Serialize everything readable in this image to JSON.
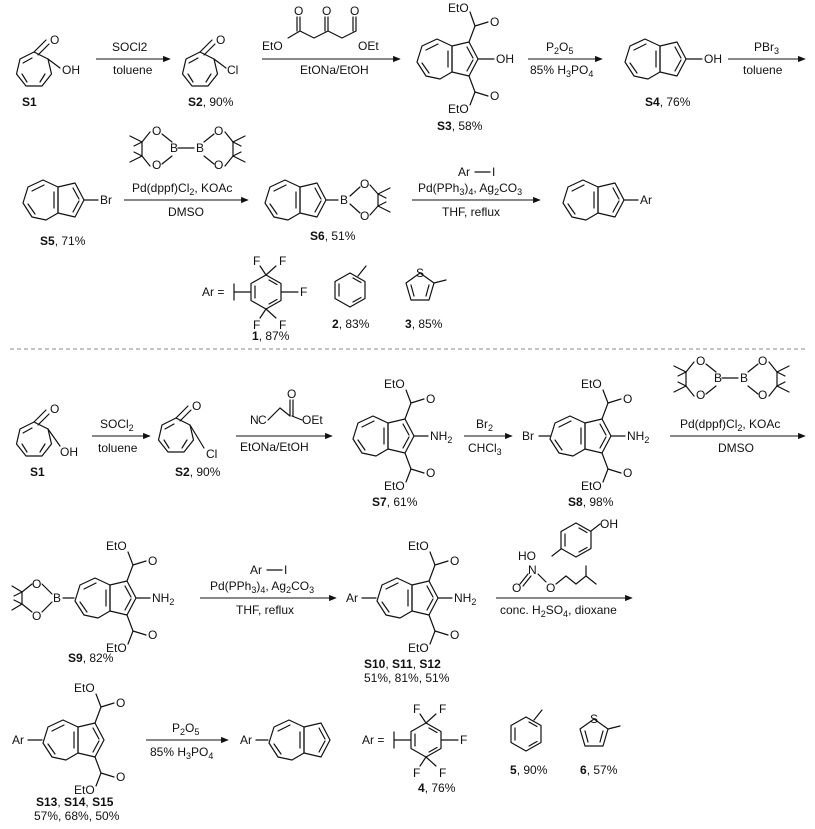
{
  "top": {
    "r1": {
      "s1": {
        "label": "S1",
        "oh": "OH",
        "o": "O"
      },
      "step1": {
        "reagent": "SOCl2",
        "solvent": "toluene"
      },
      "s2": {
        "label": "S2",
        "yield": ", 90%",
        "cl": "Cl",
        "o": "O"
      },
      "step2": {
        "top_left": "EtO",
        "top_right": "OEt",
        "o": "O",
        "bottom": "EtONa/EtOH"
      },
      "s3": {
        "label": "S3",
        "yield": ", 58%",
        "eto_top": "EtO",
        "eto_bottom": "EtO",
        "oh": "OH",
        "o": "O"
      },
      "step3": {
        "reagent": "P2O5",
        "solvent": "85% H3PO4"
      },
      "s4": {
        "label": "S4",
        "yield": ", 76%",
        "oh": "OH"
      },
      "step4": {
        "reagent": "PBr3",
        "solvent": "toluene"
      }
    },
    "r2": {
      "s5": {
        "label": "S5",
        "yield": ", 71%",
        "br": "Br"
      },
      "step5": {
        "reagents": "Pd(dppf)Cl2, KOAc",
        "solvent": "DMSO",
        "o": "O",
        "b": "B"
      },
      "s6": {
        "label": "S6",
        "yield": ", 51%",
        "o": "O",
        "b": "B"
      },
      "step6": {
        "aryl": "Ar",
        "i": "I",
        "reagents": "Pd(PPh3)4, Ag2CO3",
        "solvent": "THF, reflux"
      },
      "product": {
        "ar": "Ar"
      }
    },
    "r3": {
      "ar_eq": "Ar =",
      "f": "F",
      "p1": {
        "num": "1",
        "yield": ", 87%"
      },
      "p2": {
        "num": "2",
        "yield": ", 83%"
      },
      "p3": {
        "num": "3",
        "yield": ", 85%",
        "s": "S"
      }
    }
  },
  "bottom": {
    "r4": {
      "s1": {
        "label": "S1",
        "oh": "OH",
        "o": "O"
      },
      "step1": {
        "reagent": "SOCl2",
        "solvent": "toluene"
      },
      "s2": {
        "label": "S2",
        "yield": ", 90%",
        "cl": "Cl",
        "o": "O"
      },
      "step2": {
        "nc": "N",
        "oet": "OEt",
        "o": "O",
        "bottom": "EtONa/EtOH"
      },
      "s7": {
        "label": "S7",
        "yield": ", 61%",
        "eto_top": "EtO",
        "eto_bottom": "EtO",
        "nh2": "NH2",
        "o": "O"
      },
      "step3": {
        "reagent": "Br2",
        "solvent": "CHCl3"
      },
      "s8": {
        "label": "S8",
        "yield": ", 98%",
        "br": "Br",
        "eto_top": "EtO",
        "eto_bottom": "EtO",
        "nh2": "NH2",
        "o": "O"
      },
      "step4": {
        "reagents": "Pd(dppf)Cl2, KOAc",
        "solvent": "DMSO",
        "o": "O",
        "b": "B"
      }
    },
    "r5": {
      "s9": {
        "label": "S9",
        "yield": ", 82%",
        "o": "O",
        "b": "B",
        "eto_top": "EtO",
        "eto_bottom": "EtO",
        "nh2": "NH2"
      },
      "step5": {
        "aryl": "Ar",
        "i": "I",
        "reagents": "Pd(PPh3)4, Ag2CO3",
        "solvent": "THF, reflux"
      },
      "s10": {
        "labels": [
          "S10",
          "S11",
          "S12"
        ],
        "yields": "51%, 81%, 51%",
        "ar": "Ar",
        "eto_top": "EtO",
        "eto_bottom": "EtO",
        "nh2": "NH2",
        "o": "O"
      },
      "step6": {
        "oh": "OH",
        "ho": "HO",
        "n": "N",
        "o": "O",
        "conditions": "conc. H2SO4, dioxane"
      }
    },
    "r6": {
      "s13": {
        "labels": [
          "S13",
          "S14",
          "S15"
        ],
        "yields": "57%, 68%, 50%",
        "ar": "Ar",
        "eto_top": "EtO",
        "eto_bottom": "EtO",
        "o": "O"
      },
      "step7": {
        "reagent": "P2O5",
        "solvent": "85% H3PO4"
      },
      "product": {
        "ar": "Ar"
      },
      "ar_eq": "Ar =",
      "f": "F",
      "p4": {
        "num": "4",
        "yield": ", 76%"
      },
      "p5": {
        "num": "5",
        "yield": ", 90%"
      },
      "p6": {
        "num": "6",
        "yield": ", 57%",
        "s": "S"
      }
    }
  }
}
